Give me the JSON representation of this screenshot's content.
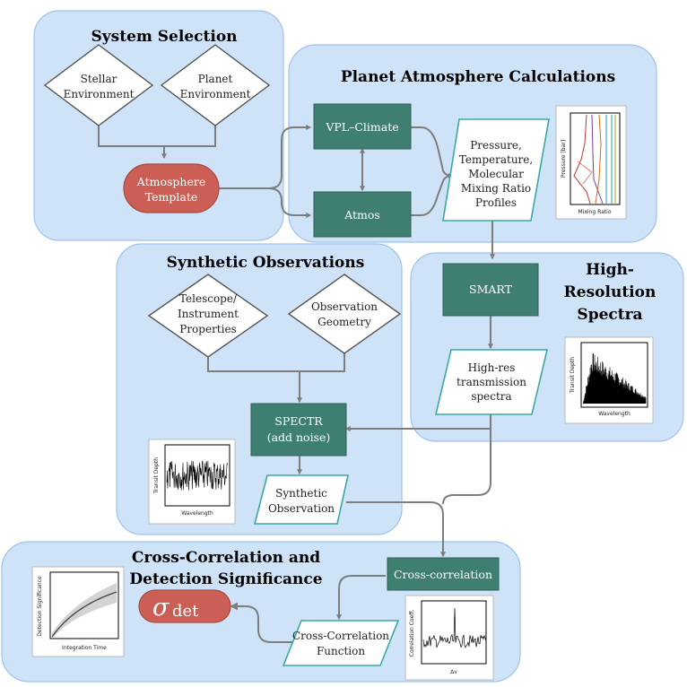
{
  "panels": {
    "system_selection": {
      "title": "System Selection"
    },
    "planet_atmosphere": {
      "title": "Planet Atmosphere Calculations"
    },
    "synthetic_observations": {
      "title": "Synthetic Observations"
    },
    "high_resolution": {
      "title_lines": [
        "High-",
        "Resolution",
        "Spectra"
      ]
    },
    "cross_correlation": {
      "title_lines": [
        "Cross-Correlation and",
        "Detection Significance"
      ]
    }
  },
  "nodes": {
    "stellar_environment": [
      "Stellar",
      "Environment"
    ],
    "planet_environment": [
      "Planet",
      "Environment"
    ],
    "atmosphere_template": [
      "Atmosphere",
      "Template"
    ],
    "vpl_climate": [
      "VPL–Climate"
    ],
    "atmos": [
      "Atmos"
    ],
    "profiles": [
      "Pressure,",
      "Temperature,",
      "Molecular",
      "Mixing Ratio",
      "Profiles"
    ],
    "smart": [
      "SMART"
    ],
    "highres_spectra": [
      "High-res",
      "transmission",
      "spectra"
    ],
    "telescope": [
      "Telescope/",
      "Instrument",
      "Properties"
    ],
    "observation_geometry": [
      "Observation",
      "Geometry"
    ],
    "spectr": [
      "SPECTR",
      "(add noise)"
    ],
    "synthetic_observation": [
      "Synthetic",
      "Observation"
    ],
    "cross_correlation_box": [
      "Cross-correlation"
    ],
    "cc_function": [
      "Cross-Correlation",
      "Function"
    ],
    "sigma": {
      "symbol": "σ",
      "subscript": "det"
    }
  },
  "thumbnails": {
    "profiles_plot": {
      "xlabel": "Mixing Ratio",
      "ylabel": "Pressure [bar]"
    },
    "highres_plot": {
      "xlabel": "Wavelength",
      "ylabel": "Transit Depth"
    },
    "synthetic_plot": {
      "xlabel": "Wavelength",
      "ylabel": "Transit Depth"
    },
    "significance_plot": {
      "xlabel": "Integration Time",
      "ylabel": "Detection Significance"
    },
    "ccf_plot": {
      "xlabel": "Δv",
      "ylabel": "Correlation Coeff."
    }
  },
  "colors": {
    "panel": "#cfe3f8",
    "process": "#3f7f72",
    "output": "#cc5f55",
    "data_border": "#3aa9a2",
    "connector": "#7d7d7d"
  }
}
